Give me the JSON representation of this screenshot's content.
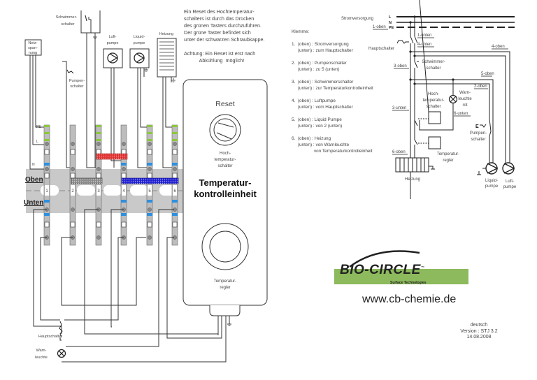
{
  "note": {
    "lines": [
      "Ein Reset des Hochtemperatur-",
      "schalters  ist durch das Drücken",
      "des grünen Tasters durchzuführen.",
      "Der grüne Taster  befindet sich",
      "unter der schwarzen Schraubkappe.",
      "",
      "Achtung: Ein Reset ist erst nach",
      "           Abkühlung  möglich!"
    ]
  },
  "left_diagram": {
    "labels": {
      "schwimmer": [
        "Schwimmer-",
        "schalter"
      ],
      "netz": [
        "Netz-",
        "span-",
        "nung"
      ],
      "pumpen": [
        "Pumpen-",
        "schalter"
      ],
      "luft": [
        "Luft-",
        "pumpe"
      ],
      "liquid": [
        "Liquid-",
        "pumpe"
      ],
      "heizung": "Heizung",
      "pe": "PE",
      "l": "L",
      "n": "N",
      "oben": "Oben",
      "unten": "Unten",
      "hauptschalter": "Hauptschalter",
      "warn": [
        "Warn-",
        "leuchte"
      ]
    },
    "terminals": [
      "1",
      "2",
      "3",
      "4",
      "5",
      "6"
    ],
    "colors": {
      "bridge_red": "#e03030",
      "bridge_grey": "#8a8a8a",
      "bridge_blue": "#2020d0",
      "terminal_blue": "#2d8fe0",
      "terminal_green": "#8cc63f",
      "rail": "#c8c8c8"
    }
  },
  "controller": {
    "reset_label": "Reset",
    "switch_label": [
      "Hoch-",
      "temperatur-",
      "schalter"
    ],
    "title": [
      "Temperatur-",
      "kontrolleinheit"
    ],
    "regler_label": [
      "Temperatur-",
      "regler"
    ]
  },
  "klemme": {
    "title": "Klemme:",
    "items": [
      [
        "1.  (oben) : Stromversorgung",
        "     (unten) : zum Hauptschalter"
      ],
      [
        "2.  (oben) : Pumpenschalter",
        "     (unten) : zu 5 (unten)"
      ],
      [
        "3.  (oben) : Schwimmerschalter",
        "     (unten) : zur Temperaturkontrolleinheit"
      ],
      [
        "4.  (oben) : Luftpumpe",
        "     (unten) : vom Hauptschalter"
      ],
      [
        "5.  (oben) : Liquid Pumpe",
        "     (unten) : von 2 (unten)"
      ],
      [
        "6.  (oben) : Heizung",
        "     (unten) : von Warnleuchte",
        "                  von Temperaturkontrolleinheit"
      ]
    ]
  },
  "schematic": {
    "stromversorgung": "Stromversorgung",
    "lines": [
      "L",
      "N",
      "PE"
    ],
    "refs": {
      "r1_oben": "1-oben",
      "r1_unten": "1-unten",
      "r4_unten": "4-unten",
      "r4_oben": "4-oben",
      "r3_oben": "3-oben",
      "r5_oben": "5-oben",
      "r2_oben": "2-oben",
      "r3_unten": "3-unten",
      "r6_unten": "6-unten",
      "r6_oben": "6-oben"
    },
    "labels": {
      "hauptschalter": "Hauptschalter",
      "schwimmer": [
        "Schwimmer-",
        "schalter"
      ],
      "hoch": [
        "Hoch-",
        "temperatur-",
        "schalter"
      ],
      "warn": [
        "Warn-",
        "leuchte",
        "rot"
      ],
      "pumpen": [
        "Pumpen-",
        "schalter"
      ],
      "e": "E",
      "temp_regler": [
        "Temperatur-",
        "regler"
      ],
      "heizung": "Heizung",
      "liquid": [
        "Liquid-",
        "pumpe"
      ],
      "luft": [
        "Luft-",
        "pumpe"
      ]
    }
  },
  "branding": {
    "logo": "BIO-CIRCLE",
    "tm": "™",
    "subtitle": "Surface Technologies",
    "url": "www.cb-chemie.de",
    "color": "#8cba5c"
  },
  "version": {
    "lang": "deutsch",
    "version": "Version : STJ 3.2",
    "date": "14.08.2008"
  }
}
